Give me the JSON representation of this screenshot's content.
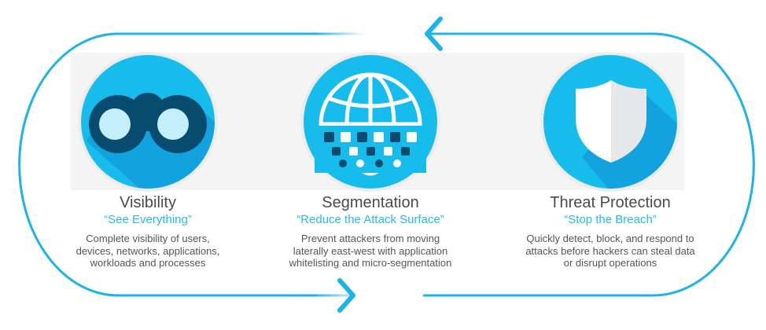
{
  "colors": {
    "accent": "#1bb3ea",
    "circle": "#16bdec",
    "shadow": "#13a2e0",
    "dark": "#074b6f",
    "band": "#f4f4f4"
  },
  "pillars": [
    {
      "icon": "binoculars-icon",
      "title": "Visibility",
      "subtitle": "“See Everything”",
      "description": [
        "Complete visibility of users,",
        "devices, networks, applications,",
        "workloads and processes"
      ]
    },
    {
      "icon": "globe-segmentation-icon",
      "title": "Segmentation",
      "subtitle": "“Reduce the Attack Surface”",
      "description": [
        "Prevent attackers from moving",
        "laterally east-west with application",
        "whitelisting and micro-segmentation"
      ]
    },
    {
      "icon": "shield-icon",
      "title": "Threat Protection",
      "subtitle": "“Stop the Breach”",
      "description": [
        "Quickly detect, block, and respond to",
        "attacks before hackers can steal data",
        "or disrupt operations"
      ]
    }
  ]
}
